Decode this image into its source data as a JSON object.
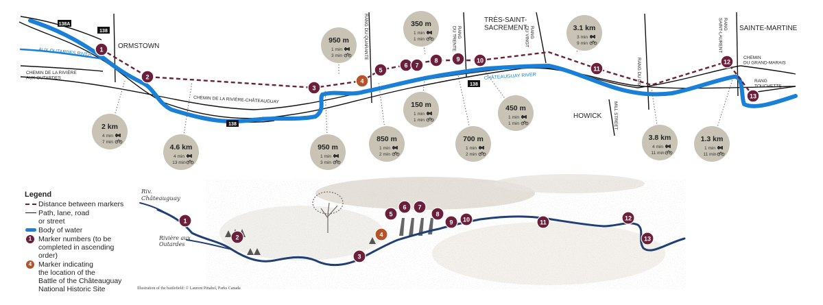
{
  "colors": {
    "marker": "#6b1f3a",
    "battle_marker": "#b5532a",
    "water": "#1a7fd6",
    "ill_river": "#1f3f75",
    "bubble": "#c9c3b6",
    "road": "#111111"
  },
  "map": {
    "places": {
      "ormstown": "ORMSTOWN",
      "tres_saint_sacrement": "TRÈS-SAINT-\nSACREMENT",
      "howick": "HOWICK",
      "sainte_martine": "SAINTE-MARTINE"
    },
    "rivers": {
      "outardes": "AUX OUTARDES RIVER",
      "chateauguay": "CHÂTEAUGUAY RIVER"
    },
    "roads": {
      "riviere_chateauguay": "CHEMIN DE LA RIVIÈRE-CHÂTEAUGUAY",
      "riviere_outardes": "CHEMIN DE LA RIVIÈRE\nAUX OUTARDES",
      "rang_quarante": "RANG DU QUARANTE",
      "rang_trente": "RANG\nDU TRENTE",
      "rang_vingt": "RANG\nDU VINGT",
      "rang_dix": "RANG DU DIX",
      "rang_saint_laurent": "RANG\nSAINT-LAURENT",
      "grand_marais": "CHEMIN\nDU GRAND-MARAIS",
      "touchette": "RANG\nTOUCHETTE",
      "mill_street": "MILL STREET"
    },
    "route_shields": [
      "138A",
      "138",
      "138",
      "138"
    ],
    "markers": [
      "1",
      "2",
      "3",
      "4",
      "5",
      "6",
      "7",
      "8",
      "9",
      "10",
      "11",
      "12",
      "13"
    ],
    "distances": [
      {
        "dist": "2 km",
        "car": "4 min",
        "bike": "7 min"
      },
      {
        "dist": "4.6 km",
        "car": "4 min",
        "bike": "13 min"
      },
      {
        "dist": "950 m",
        "car": "1 min",
        "bike": "3 min"
      },
      {
        "dist": "950 m",
        "car": "1 min",
        "bike": "3 min"
      },
      {
        "dist": "850 m",
        "car": "1 min",
        "bike": "2 min"
      },
      {
        "dist": "350 m",
        "car": "1 min",
        "bike": "1 min"
      },
      {
        "dist": "150 m",
        "car": "1 min",
        "bike": "1 min"
      },
      {
        "dist": "700 m",
        "car": "1 min",
        "bike": "2 min"
      },
      {
        "dist": "450 m",
        "car": "1 min",
        "bike": "1 min"
      },
      {
        "dist": "3.1 km",
        "car": "3 min",
        "bike": "9 min"
      },
      {
        "dist": "3.8 km",
        "car": "4 min",
        "bike": "11 min"
      },
      {
        "dist": "1.3 km",
        "car": "1 min",
        "bike": "11 min"
      }
    ]
  },
  "legend": {
    "title": "Legend",
    "distance": "Distance between markers",
    "path": "Path, lane, road\nor street",
    "water": "Body of water",
    "marker_numbers": "Marker numbers (to be\ncompleted in ascending\norder)",
    "battle_marker": "Marker indicating\nthe location of the\nBattle of the Châteauguay\nNational Historic Site",
    "sample_marker": "1",
    "sample_battle": "4"
  },
  "illustration": {
    "label_chateauguay": "Riv.\nChâteauguay",
    "label_outardes": "Rivière aux\nOutardes",
    "markers": [
      "1",
      "2",
      "3",
      "4",
      "5",
      "6",
      "7",
      "8",
      "9",
      "10",
      "11",
      "12",
      "13"
    ],
    "credit": "Illustration of the battlefield: © Laurent Pinabel, Parks Canada"
  }
}
